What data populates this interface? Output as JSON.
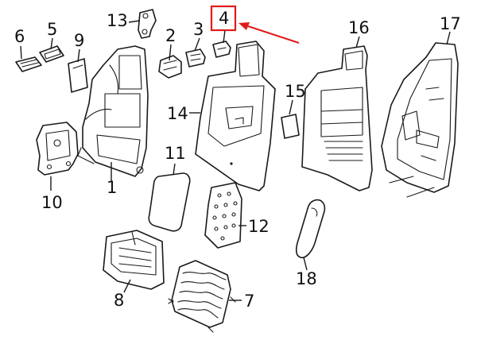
{
  "diagram": {
    "callouts": [
      {
        "id": "1",
        "label": "1"
      },
      {
        "id": "2",
        "label": "2"
      },
      {
        "id": "3",
        "label": "3"
      },
      {
        "id": "4",
        "label": "4"
      },
      {
        "id": "5",
        "label": "5"
      },
      {
        "id": "6",
        "label": "6"
      },
      {
        "id": "7",
        "label": "7"
      },
      {
        "id": "8",
        "label": "8"
      },
      {
        "id": "9",
        "label": "9"
      },
      {
        "id": "10",
        "label": "10"
      },
      {
        "id": "11",
        "label": "11"
      },
      {
        "id": "12",
        "label": "12"
      },
      {
        "id": "13",
        "label": "13"
      },
      {
        "id": "14",
        "label": "14"
      },
      {
        "id": "15",
        "label": "15"
      },
      {
        "id": "16",
        "label": "16"
      },
      {
        "id": "17",
        "label": "17"
      },
      {
        "id": "18",
        "label": "18"
      }
    ],
    "highlight": {
      "callout": "4",
      "color": "#e01b1b"
    },
    "line_color": "#1a1a1a"
  }
}
